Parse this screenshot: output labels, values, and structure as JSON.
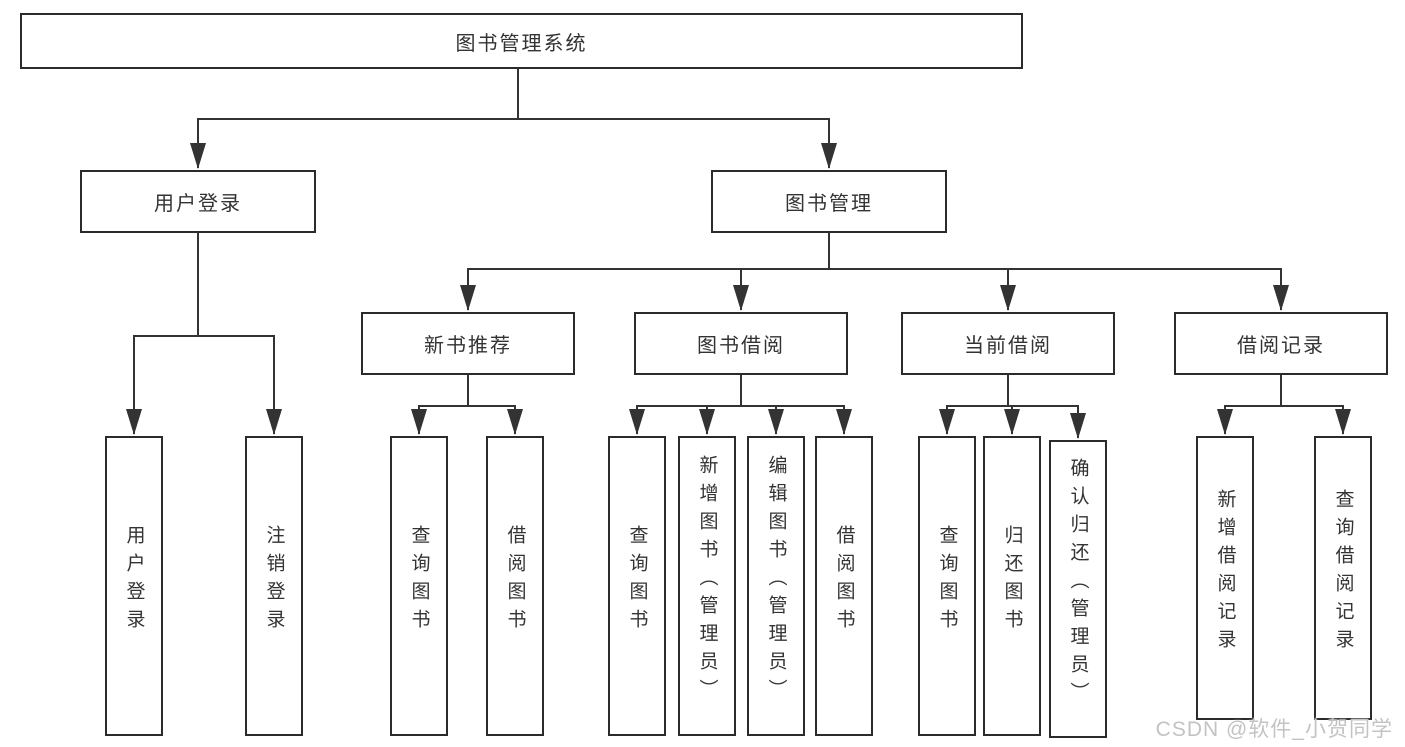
{
  "diagram_title": "图书管理系统",
  "nodes": {
    "root": {
      "label": "图书管理系统"
    },
    "user_login": {
      "label": "用户登录",
      "children": [
        "用户登录",
        "注销登录"
      ]
    },
    "book_mgmt": {
      "label": "图书管理"
    },
    "new_books": {
      "label": "新书推荐",
      "children": [
        "查询图书",
        "借阅图书"
      ]
    },
    "book_borrow": {
      "label": "图书借阅",
      "children": [
        "查询图书",
        "新增图书（管理员）",
        "编辑图书（管理员）",
        "借阅图书"
      ]
    },
    "current_borrow": {
      "label": "当前借阅",
      "children": [
        "查询图书",
        "归还图书",
        "确认归还（管理员）"
      ]
    },
    "borrow_records": {
      "label": "借阅记录",
      "children": [
        "新增借阅记录",
        "查询借阅记录"
      ]
    }
  },
  "watermark": {
    "text": "CSDN @软件_小贺同学"
  },
  "colors": {
    "line": "#333333",
    "box_border": "#2b2b2b",
    "text": "#333333",
    "watermark": "#c3c3c3",
    "background": "#ffffff"
  }
}
